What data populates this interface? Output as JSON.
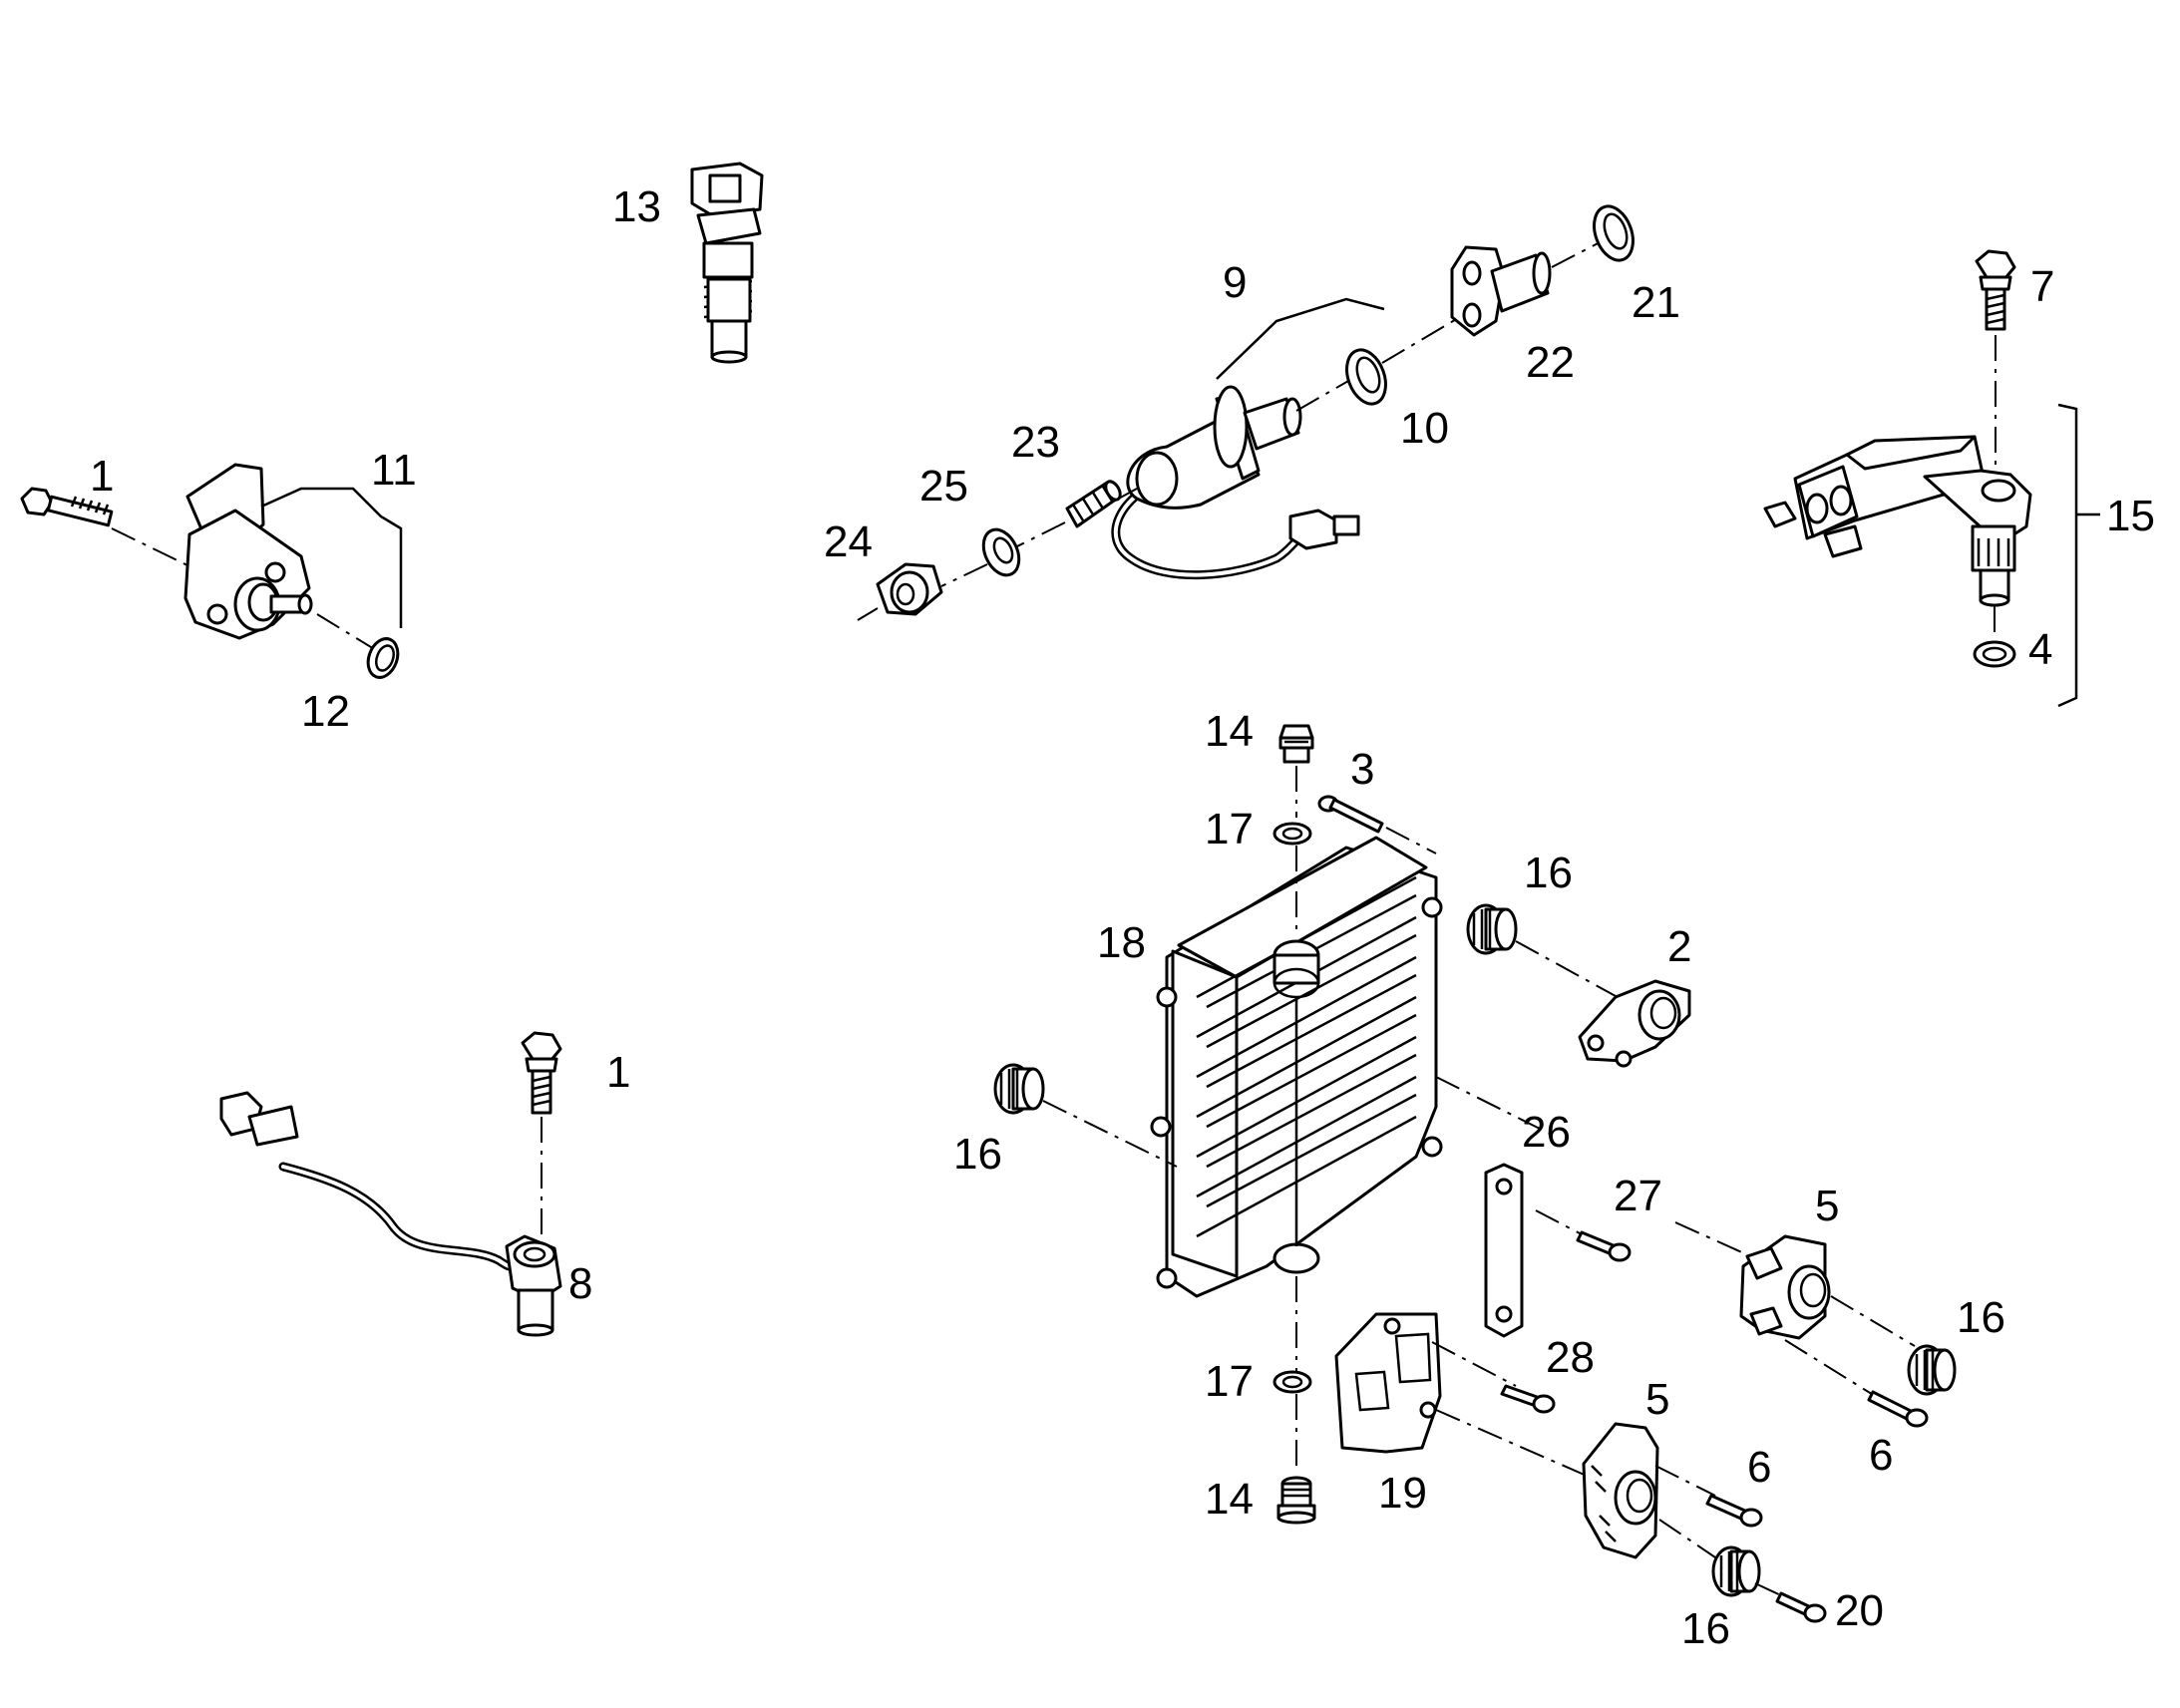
{
  "callouts": [
    "1",
    "11",
    "12",
    "13",
    "9",
    "23",
    "25",
    "24",
    "10",
    "22",
    "21",
    "7",
    "15",
    "4",
    "14",
    "3",
    "17",
    "16",
    "18",
    "2",
    "1",
    "8",
    "16",
    "26",
    "27",
    "5",
    "16",
    "17",
    "28",
    "19",
    "14",
    "5",
    "6",
    "6",
    "16",
    "20"
  ]
}
